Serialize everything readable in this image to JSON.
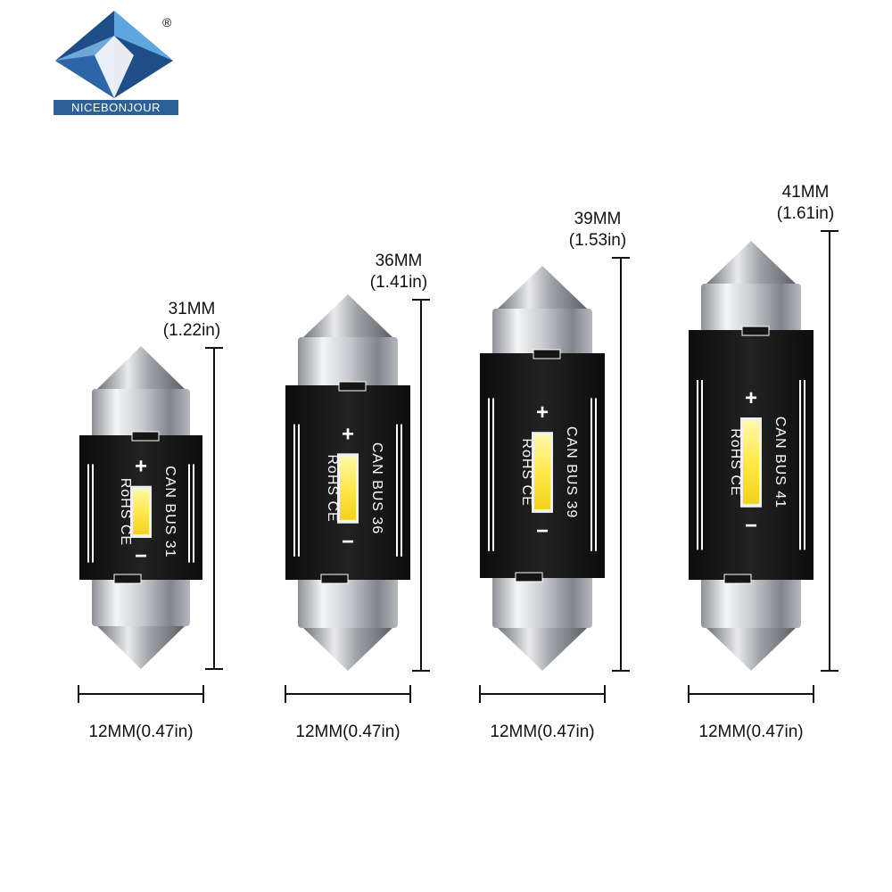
{
  "brand": {
    "name": "NICEBONJOUR",
    "registered_mark": "®",
    "colors": {
      "dark_blue": "#1f4e86",
      "light_blue": "#5ea6e0",
      "band": "#2d5f99"
    }
  },
  "bulbs": [
    {
      "id": "31",
      "length_label": "31MM",
      "length_inch_label": "(1.22in)",
      "width_label": "12MM(0.47in)",
      "can": "CAN",
      "bus": "BUS",
      "size": "31",
      "rohs": "RoHS",
      "ce": "CE",
      "plus": "+",
      "minus": "−"
    },
    {
      "id": "36",
      "length_label": "36MM",
      "length_inch_label": "(1.41in)",
      "width_label": "12MM(0.47in)",
      "can": "CAN",
      "bus": "BUS",
      "size": "36",
      "rohs": "RoHS",
      "ce": "CE",
      "plus": "+",
      "minus": "−"
    },
    {
      "id": "39",
      "length_label": "39MM",
      "length_inch_label": "(1.53in)",
      "width_label": "12MM(0.47in)",
      "can": "CAN",
      "bus": "BUS",
      "size": "39",
      "rohs": "RoHS",
      "ce": "CE",
      "plus": "+",
      "minus": "−"
    },
    {
      "id": "41",
      "length_label": "41MM",
      "length_inch_label": "(1.61in)",
      "width_label": "12MM(0.47in)",
      "can": "CAN",
      "bus": "BUS",
      "size": "41",
      "rohs": "RoHS",
      "ce": "CE",
      "plus": "+",
      "minus": "−"
    }
  ],
  "colors": {
    "pcb": "#151515",
    "led_chip": "#ffe94a",
    "cap_metal": "#c9ccd0",
    "dimension_line": "#111111"
  }
}
